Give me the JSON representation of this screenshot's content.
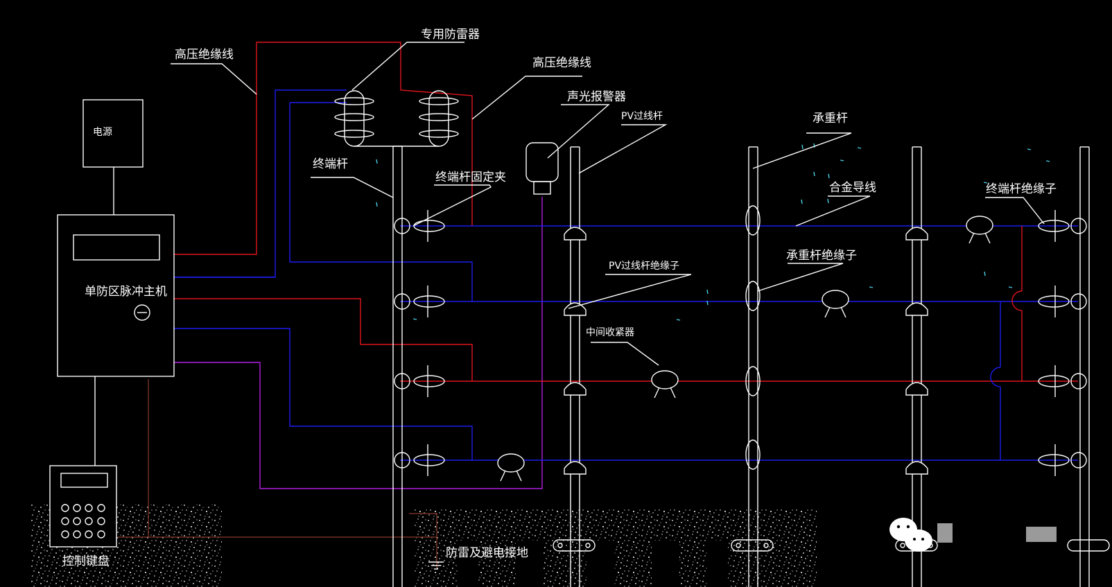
{
  "labels": {
    "hv_wire_left": "高压绝缘线",
    "hv_wire_right": "高压绝缘线",
    "lightning_arrester": "专用防雷器",
    "power": "电源",
    "host": "单防区脉冲主机",
    "keypad": "控制键盘",
    "terminal_pole": "终端杆",
    "terminal_clamp": "终端杆固定夹",
    "alarm": "声光报警器",
    "pv_pole": "PV过线杆",
    "pv_insulator": "PV过线杆绝缘子",
    "tensioner": "中间收紧器",
    "bearing_pole": "承重杆",
    "alloy_wire": "合金导线",
    "bearing_insulator": "承重杆绝缘子",
    "terminal_insulator": "终端杆绝缘子",
    "grounding": "防雷及避电接地"
  },
  "colors": {
    "background": "#000000",
    "outline": "#ffffff",
    "hv_red": "#e0141e",
    "hv_blue": "#1c1cf0",
    "alarm_line": "#b020e0",
    "ground_line": "#8a3b2a"
  }
}
